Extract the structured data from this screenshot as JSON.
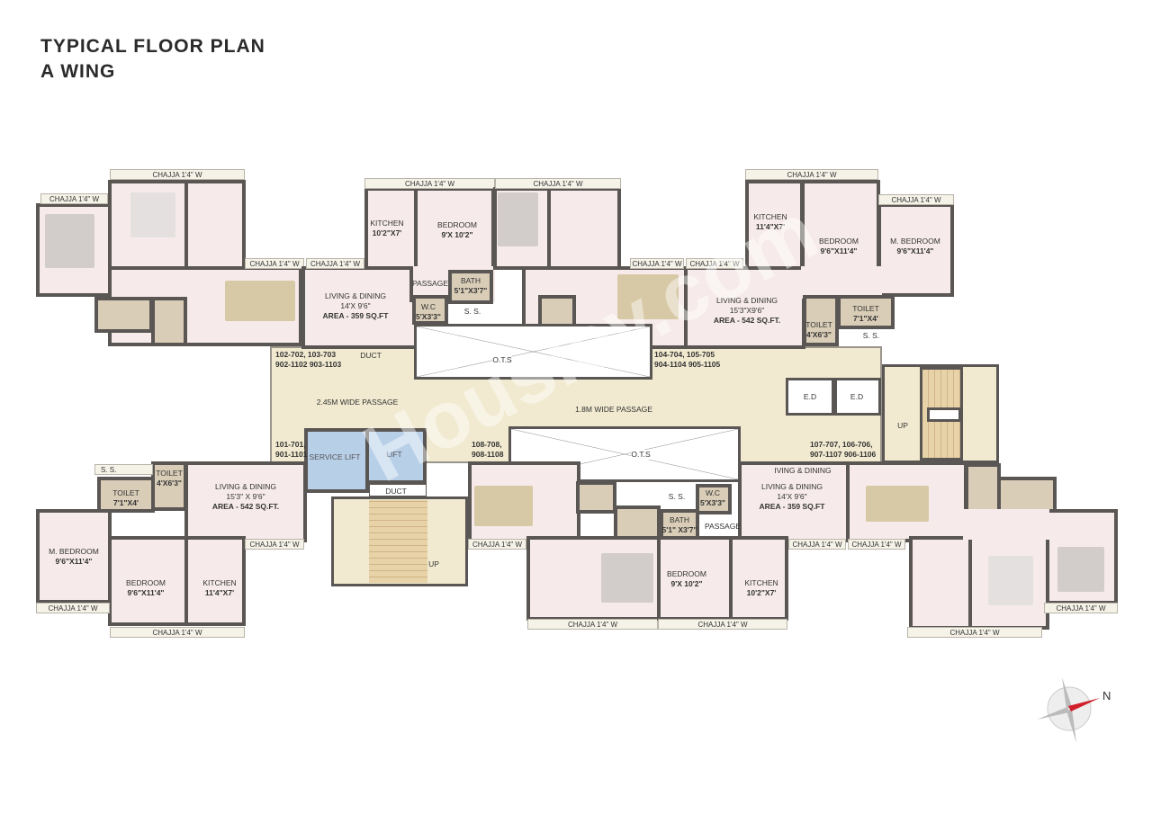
{
  "title": {
    "line1": "TYPICAL FLOOR PLAN",
    "line2": "A WING"
  },
  "chajja": "CHAJJA 1'4\" W",
  "rooms": {
    "kitchen_a": {
      "name": "KITCHEN",
      "dims": "10'2\"X7'"
    },
    "bedroom_a": {
      "name": "BEDROOM",
      "dims": "9'X 10'2\""
    },
    "living_a": {
      "name": "LIVING & DINING",
      "dims": "14'X 9'6\"",
      "area": "AREA - 359 SQ.FT"
    },
    "passage": "PASSAGE",
    "bath": {
      "name": "BATH",
      "dims": "5'1\"X3'7\""
    },
    "wc": {
      "name": "W.C",
      "dims": "5'X3'3\""
    },
    "ss": "S. S.",
    "kitchen_b": {
      "name": "KITCHEN",
      "dims": "11'4\"X7'"
    },
    "bedroom_b": {
      "name": "BEDROOM",
      "dims": "9'6\"X11'4\""
    },
    "mbedroom": {
      "name": "M. BEDROOM",
      "dims": "9'6\"X11'4\""
    },
    "living_b": {
      "name": "LIVING & DINING",
      "dims": "15'3\"X9'6\"",
      "area": "AREA - 542 SQ.FT."
    },
    "toilet_a": {
      "name": "TOILET",
      "dims": "7'1\"X4'"
    },
    "toilet_b": {
      "name": "TOILET",
      "dims": "4'X6'3\""
    },
    "ots": "O.T.S",
    "duct": "DUCT",
    "passage_245": "2.45M WIDE PASSAGE",
    "passage_18": "1.8M WIDE PASSAGE",
    "ed": "E.D",
    "up": "UP",
    "service_lift": "SERVICE LIFT",
    "lift": "LIFT",
    "living_partial": "IVING & DINING",
    "bath_b": {
      "name": "BATH",
      "dims": "5'1\" X3'7\""
    },
    "living_c": {
      "name": "LIVING & DINING",
      "dims": "15'3\" X 9'6\"",
      "area": "AREA - 542 SQ.FT."
    },
    "living_d": {
      "name": "LIVING & DINING",
      "dims": "14'X 9'6\"",
      "area": "AREA - 359 SQ.FT"
    },
    "kitchen_c": {
      "name": "KITCHEN",
      "dims": "10'2\"X7'"
    },
    "bedroom_c": {
      "name": "BEDROOM",
      "dims": "9'X 10'2\""
    }
  },
  "units": {
    "u102": [
      "102-702, 103-703",
      "902-1102 903-1103"
    ],
    "u104": [
      "104-704, 105-705",
      "904-1104 905-1105"
    ],
    "u101": [
      "101-701,",
      "901-1101"
    ],
    "u108": [
      "108-708,",
      "908-1108"
    ],
    "u107": [
      "107-707,   106-706,",
      "907-1107   906-1106"
    ]
  },
  "compass": {
    "label": "N",
    "color": "#d0202a"
  },
  "watermark": "Housiey.com",
  "colors": {
    "room": "#f6ebea",
    "wall": "#5a5654",
    "passage": "#f1ead0",
    "lift": "#b8cfe8"
  }
}
